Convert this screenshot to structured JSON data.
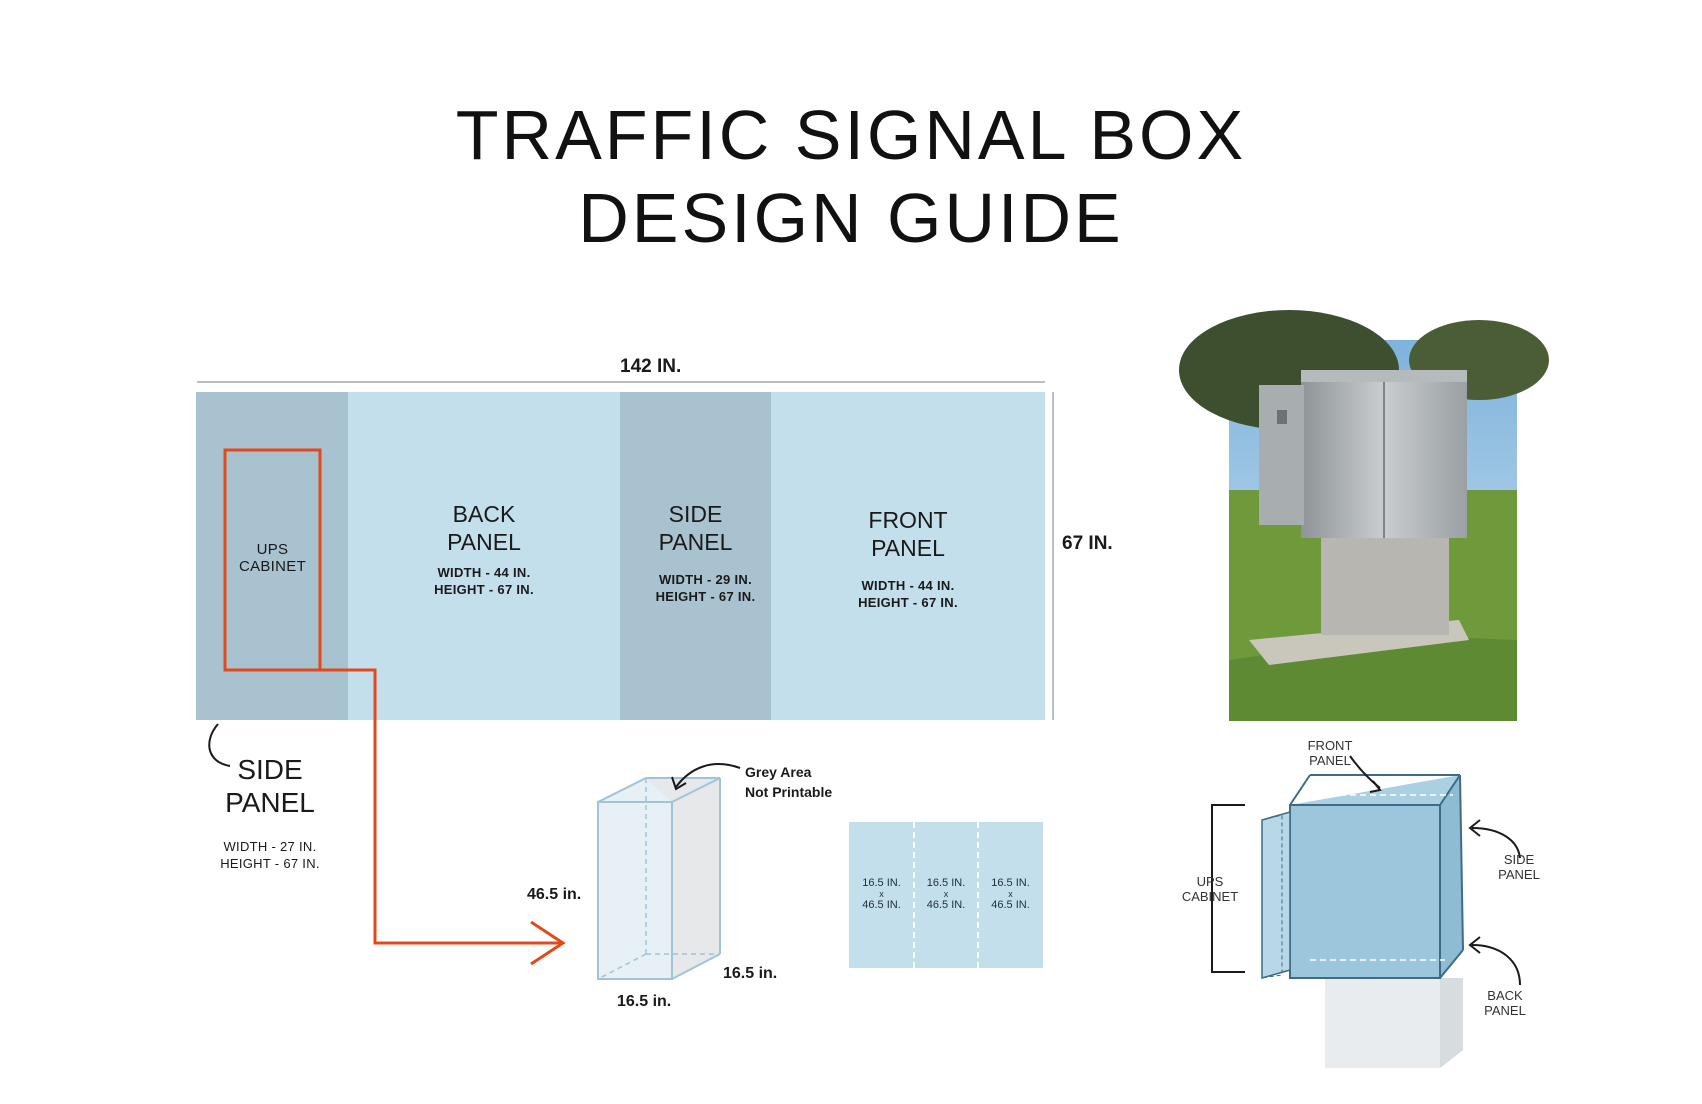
{
  "title": {
    "line1": "TRAFFIC SIGNAL BOX",
    "line2": "DESIGN GUIDE"
  },
  "colors": {
    "panel_light": "#c4dfec",
    "panel_grey": "#a9c2cf",
    "accent_orange": "#e24a1c",
    "line": "#1a1a1a"
  },
  "layout": {
    "total_width_label": "142 IN.",
    "total_height_label": "67 IN.",
    "ups_cabinet": {
      "line1": "UPS",
      "line2": "CABINET"
    },
    "back_panel": {
      "name1": "BACK",
      "name2": "PANEL",
      "width": "WIDTH - 44 IN.",
      "height": "HEIGHT - 67 IN."
    },
    "side_panel_mid": {
      "name1": "SIDE",
      "name2": "PANEL",
      "width": "WIDTH - 29 IN.",
      "height": "HEIGHT - 67 IN."
    },
    "front_panel": {
      "name1": "FRONT",
      "name2": "PANEL",
      "width": "WIDTH - 44 IN.",
      "height": "HEIGHT - 67 IN."
    },
    "side_panel_left": {
      "name1": "SIDE",
      "name2": "PANEL",
      "width": "WIDTH - 27 IN.",
      "height": "HEIGHT - 67 IN."
    }
  },
  "ups_detail": {
    "grey_area_line1": "Grey Area",
    "grey_area_line2": "Not Printable",
    "height_label": "46.5 in.",
    "depth_label": "16.5 in.",
    "width_label": "16.5 in."
  },
  "tile_grid": {
    "cells": [
      {
        "top": "16.5 IN.",
        "x": "x",
        "bottom": "46.5 IN."
      },
      {
        "top": "16.5 IN.",
        "x": "x",
        "bottom": "46.5 IN."
      },
      {
        "top": "16.5 IN.",
        "x": "x",
        "bottom": "46.5 IN."
      }
    ]
  },
  "box_diagram": {
    "front_panel": {
      "line1": "FRONT",
      "line2": "PANEL"
    },
    "side_panel": {
      "line1": "SIDE",
      "line2": "PANEL"
    },
    "ups_cabinet": {
      "line1": "UPS",
      "line2": "CABINET"
    },
    "back_panel": {
      "line1": "BACK",
      "line2": "PANEL"
    }
  },
  "photo": {
    "icon": "traffic-box-photo"
  }
}
